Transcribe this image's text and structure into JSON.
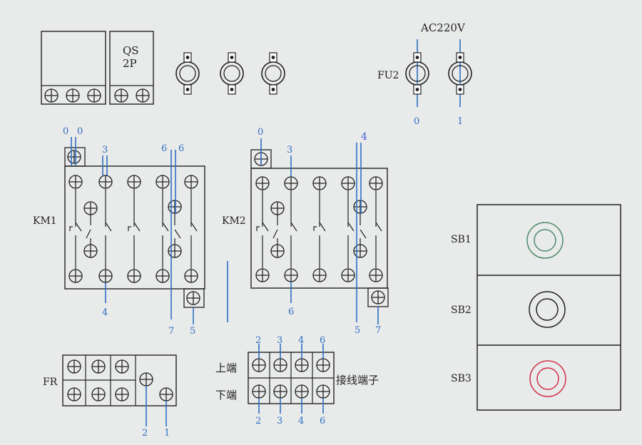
{
  "colors": {
    "background": "#e9eaea",
    "ink": "#222222",
    "wire": "#2f6fc4",
    "sb1": "#4f8a6a",
    "sb2": "#222222",
    "sb3": "#d0324a"
  },
  "labels": {
    "qs": "QS",
    "qs_type": "2P",
    "ac": "AC220V",
    "fu2": "FU2",
    "km1": "KM1",
    "km2": "KM2",
    "fr": "FR",
    "sb1": "SB1",
    "sb2": "SB2",
    "sb3": "SB3",
    "upper": "上端",
    "lower": "下端",
    "terminal_block": "接线端子"
  },
  "wire_numbers": {
    "fu2_left": "0",
    "fu2_right": "1",
    "km1_top_a": "0",
    "km1_top_b": "0",
    "km1_top_3": "3",
    "km1_top_6a": "6",
    "km1_top_6b": "6",
    "km1_bot_4": "4",
    "km1_bot_7": "7",
    "km1_bot_5": "5",
    "km2_top_0": "0",
    "km2_top_3": "3",
    "km2_top_4": "4",
    "km2_bot_6": "6",
    "km2_bot_5": "5",
    "km2_bot_7": "7",
    "term_top": [
      "2",
      "3",
      "4",
      "6"
    ],
    "term_bot": [
      "2",
      "3",
      "4",
      "6"
    ],
    "fr_left": "2",
    "fr_right": "1"
  }
}
